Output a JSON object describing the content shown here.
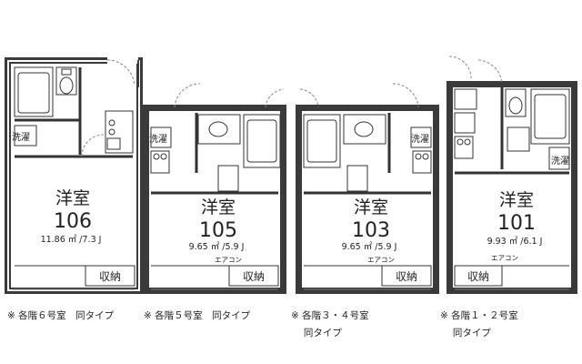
{
  "units": [
    {
      "room_label": "洋室",
      "number": "106",
      "area": "11.86 ㎡ /7.3 J",
      "washer": "洗濯",
      "aircon": "",
      "storage": "収納",
      "note": "※ 各階６号室　同タイプ"
    },
    {
      "room_label": "洋室",
      "number": "105",
      "area": "9.65 ㎡ /5.9 J",
      "washer": "洗濯",
      "aircon": "エアコン",
      "storage": "収納",
      "note": "※ 各階５号室　同タイプ"
    },
    {
      "room_label": "洋室",
      "number": "103",
      "area": "9.65 ㎡ /5.9 J",
      "washer": "洗濯",
      "aircon": "エアコン",
      "storage": "収納",
      "note": "※ 各階３・４号室\n　 同タイプ"
    },
    {
      "room_label": "洋室",
      "number": "101",
      "area": "9.93 ㎡ /6.1 J",
      "washer": "洗濯",
      "aircon": "エアコン",
      "storage": "収納",
      "note": "※ 各階１・２号室\n　 同タイプ"
    }
  ]
}
